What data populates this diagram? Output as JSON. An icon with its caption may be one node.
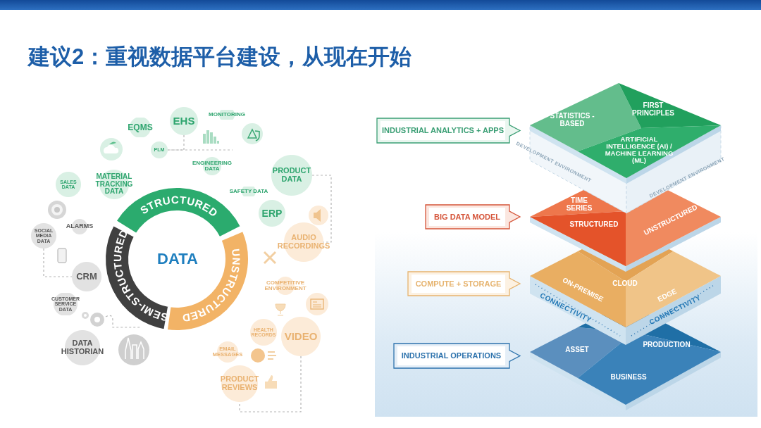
{
  "diagram": {
    "title": "建议2：重视数据平台建设，从现在开始",
    "nodes": [
      {
        "text": [
          "EQMS"
        ]
      },
      {
        "text": [
          "EHS"
        ]
      },
      {
        "text": [
          "MONITORING"
        ]
      },
      {
        "text": [
          "PLM"
        ]
      },
      {
        "text": [
          "ENGINEERING DATA"
        ]
      },
      {
        "text": [
          "SALES DATA"
        ]
      },
      {
        "text": [
          "MATERIAL TRACKING DATA"
        ]
      },
      {
        "text": [
          "SAFETY DATA"
        ]
      },
      {
        "text": [
          "PRODUCT DATA"
        ]
      },
      {
        "text": [
          "ALARMS"
        ]
      },
      {
        "text": [
          "ERP"
        ]
      },
      {
        "text": [
          "SOCIAL MEDIA DATA"
        ]
      },
      {
        "text": [
          "STRUCTURED"
        ]
      },
      {
        "text": [
          "SEMI-STRUCTURED"
        ]
      },
      {
        "text": [
          "DATA"
        ]
      },
      {
        "text": [
          "UNSTRUCTURED"
        ]
      },
      {
        "text": [
          "AUDIO RECORDINGS"
        ]
      },
      {
        "text": [
          "CRM"
        ]
      },
      {
        "text": [
          "COMPETITIVE ENVIRONMENT"
        ]
      },
      {
        "text": [
          "CUSTOMER SERVICE DATA"
        ]
      },
      {
        "text": [
          "HEALTH RECORDS"
        ]
      },
      {
        "text": [
          "VIDEO"
        ]
      },
      {
        "text": [
          "DATA HISTORIAN"
        ]
      },
      {
        "text": [
          "EMAIL MESSAGES"
        ]
      },
      {
        "text": [
          "PRODUCT REVIEWS"
        ]
      },
      {
        "text": [
          "INDUSTRIAL ANALYTICS + APPS"
        ]
      },
      {
        "text": [
          "STATISTICS - BASED",
          "FIRST PRINCIPLES",
          "ARTIFICIAL INTELLIGENCE (AI) / MACHINE LEARNING (ML)"
        ]
      },
      {
        "text": [
          "BIG DATA MODEL"
        ]
      },
      {
        "text": [
          "TIME SERIES",
          "STRUCTURED",
          "UNSTRUCTURED"
        ]
      },
      {
        "text": [
          "COMPUTE + STORAGE"
        ]
      },
      {
        "text": [
          "ON-PREMISE",
          "CLOUD",
          "EDGE"
        ]
      },
      {
        "text": [
          "INDUSTRIAL OPERATIONS"
        ]
      },
      {
        "text": [
          "ASSET",
          "PRODUCTION",
          "BUSINESS"
        ]
      }
    ],
    "edges": [
      {
        "from": 1,
        "to": 3,
        "arrow": "none",
        "style": "dashed"
      },
      {
        "from": 11,
        "to": 17,
        "arrow": "none",
        "style": "dashed"
      },
      {
        "from": 8,
        "to": 16,
        "arrow": "none",
        "style": "dashed"
      },
      {
        "from": 21,
        "to": 24,
        "arrow": "none",
        "style": "dashed"
      }
    ],
    "labels": [
      "DEVELOPMENT ENVIRONMENT",
      "DEVELOPMENT ENVIRONMENT",
      "CONNECTIVITY",
      "CONNECTIVITY"
    ]
  }
}
